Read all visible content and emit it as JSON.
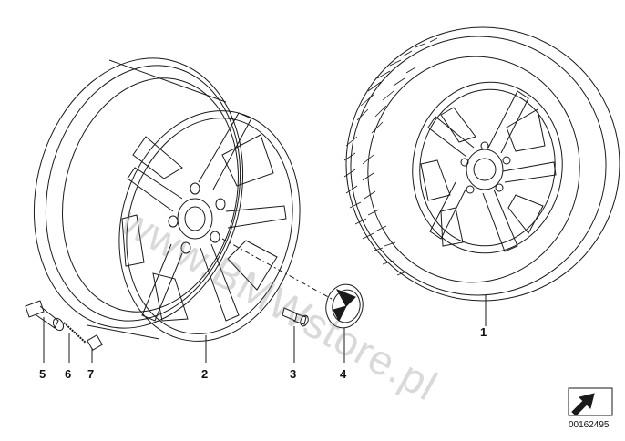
{
  "callouts": {
    "tire_wheel": "1",
    "rim": "2",
    "wheel_bolt": "3",
    "hub_cap": "4",
    "valve": "5",
    "valve_core": "6",
    "valve_cap": "7"
  },
  "watermark": "www.BMWstore.pl",
  "document_number": "00162495",
  "colors": {
    "line": "#1a1a1a",
    "watermark": "#8a8a8a",
    "badge_blue": "#4a6fa8"
  },
  "icons": {
    "corner_symbol": "arrow-box-icon"
  }
}
